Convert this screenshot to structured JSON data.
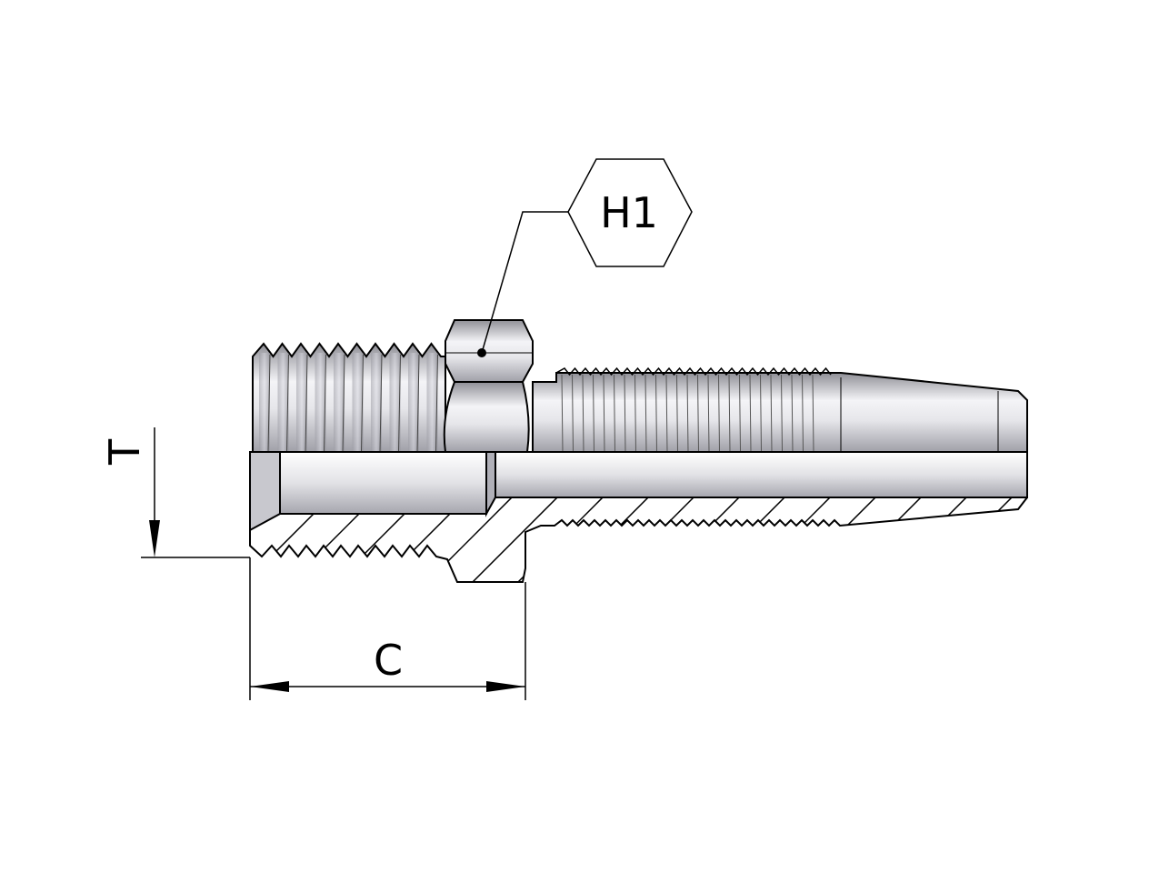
{
  "drawing": {
    "callout_label": "H1",
    "dimension_t_label": "T",
    "dimension_c_label": "C"
  },
  "colors": {
    "line": "#000000",
    "metal_light": "#f2f2f5",
    "metal_dark": "#9a9aa2"
  }
}
